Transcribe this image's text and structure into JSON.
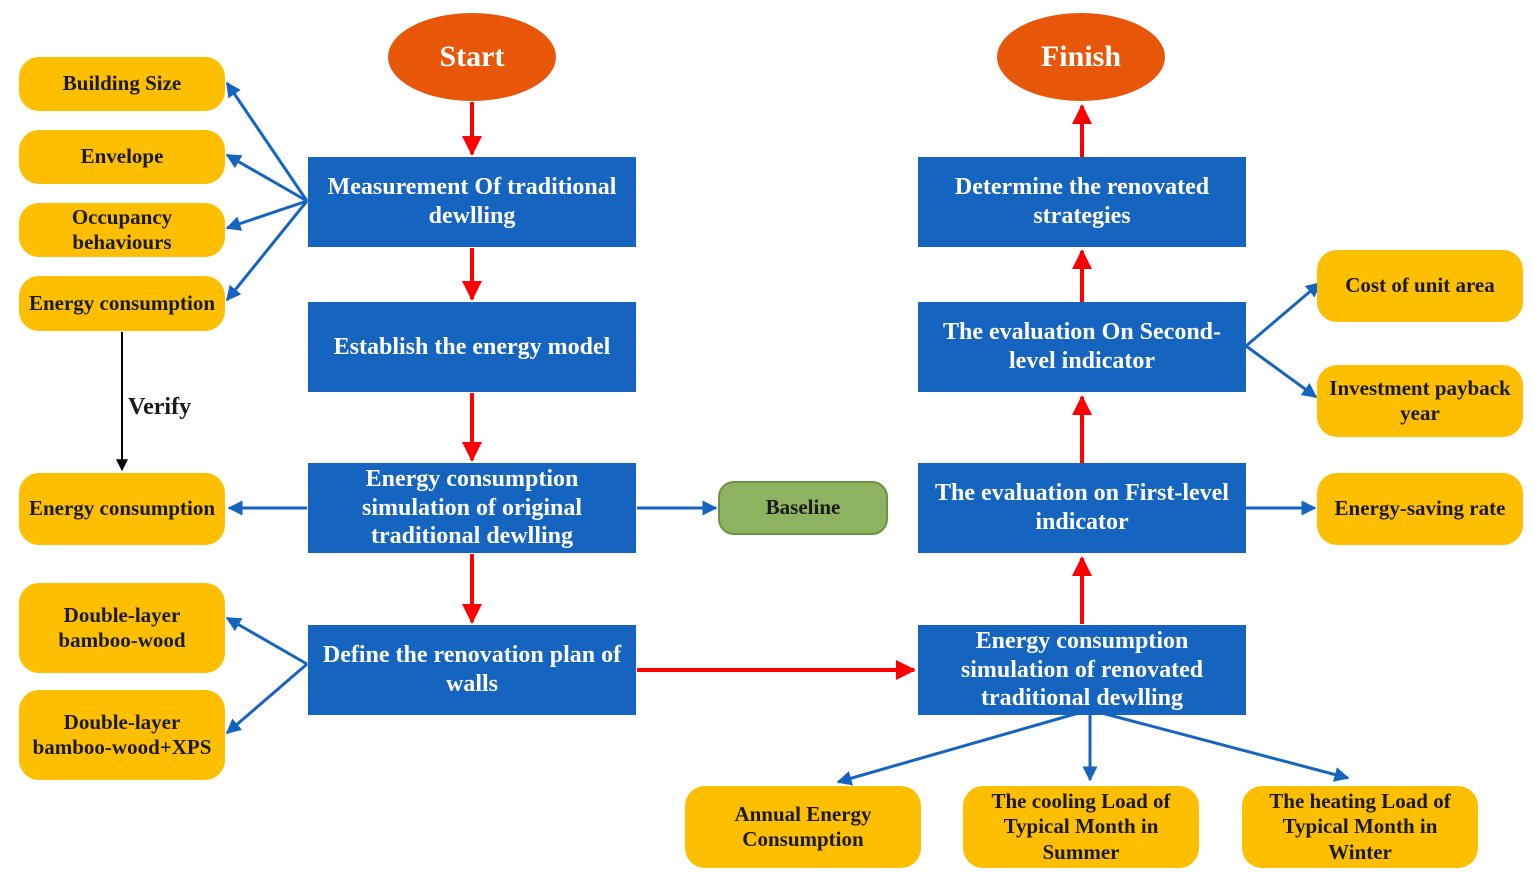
{
  "nodes": {
    "start": "Start",
    "finish": "Finish",
    "measurement": "Measurement Of traditional dewlling",
    "energy_model": "Establish the energy model",
    "simulation_original": "Energy consumption simulation of  original traditional dewlling",
    "renovation_plan": "Define the renovation plan of walls",
    "simulation_renovated": "Energy consumption simulation of renovated traditional dewlling",
    "first_level": "The evaluation on First-level indicator",
    "second_level": "The evaluation On Second-level indicator",
    "determine": "Determine the renovated strategies",
    "building_size": "Building Size",
    "envelope": "Envelope",
    "occupancy": "Occupancy behaviours",
    "energy_consumption_measured": "Energy consumption",
    "energy_consumption_simulated": "Energy consumption",
    "baseline": "Baseline",
    "double_layer": "Double-layer bamboo-wood",
    "double_layer_xps": "Double-layer bamboo-wood+XPS",
    "annual_energy": "Annual Energy Consumption",
    "cooling_load": "The cooling Load of Typical Month in Summer",
    "heating_load": "The heating Load of Typical Month in Winter",
    "energy_saving": "Energy-saving rate",
    "cost_unit_area": "Cost of unit area",
    "payback_year": "Investment payback year"
  },
  "edge_labels": {
    "verify": "Verify"
  },
  "colors": {
    "process_box": "#1565c0",
    "data_box": "#fdbf00",
    "terminal_oval": "#e8560a",
    "baseline_box": "#8db361",
    "main_flow_arrow": "#ff0000",
    "data_arrow": "#1565c0",
    "verify_arrow": "#000000"
  }
}
